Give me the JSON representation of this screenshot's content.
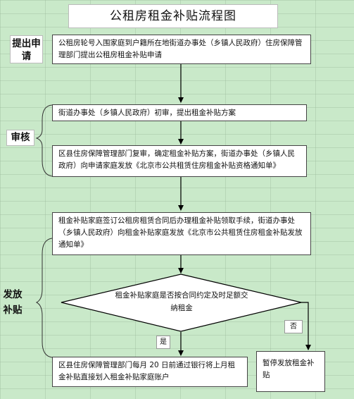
{
  "title": "公租房租金补贴流程图",
  "stages": {
    "apply": "提出申请",
    "review": "审核",
    "issue": "发放补贴"
  },
  "steps": {
    "apply": "公租房轮号入围家庭到户籍所在地街道办事处（乡镇人民政府）住房保障管理部门提出公租房租金补贴申请",
    "initial_review": "街道办事处（乡镇人民政府）初审，提出租金补贴方案",
    "second_review": "区县住房保障管理部门复审，确定租金补贴方案，街道办事处（乡镇人民政府）向申请家庭发放《北京市公共租赁住房租金补贴资格通知单》",
    "contract": "租金补贴家庭签订公租房租赁合同后办理租金补贴领取手续，街道办事处（乡镇人民政府）向租金补贴家庭发放《北京市公共租赁住房租金补贴发放通知单》",
    "decision": "租金补贴家庭是否按合同约定及时足额交纳租金",
    "pay": "区县住房保障管理部门每月 20 日前通过银行将上月租金补贴直接划入租金补贴家庭账户",
    "suspend": "暂停发放租金补贴"
  },
  "labels": {
    "yes": "是",
    "no": "否"
  }
}
